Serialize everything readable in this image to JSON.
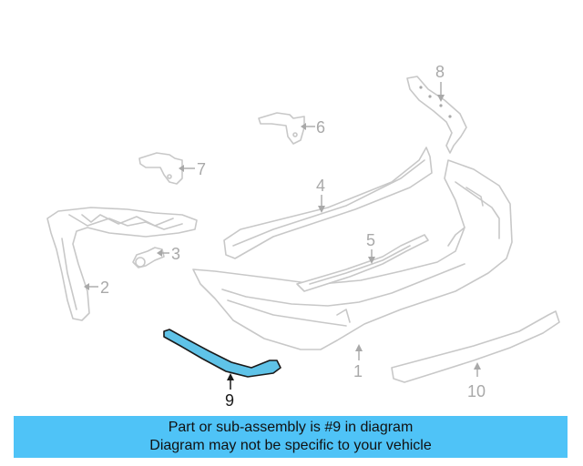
{
  "diagram": {
    "callouts": {
      "c1": "1",
      "c2": "2",
      "c3": "3",
      "c4": "4",
      "c5": "5",
      "c6": "6",
      "c7": "7",
      "c8": "8",
      "c9": "9",
      "c10": "10"
    },
    "highlighted_part": "9",
    "highlight_color": "#5fc3e8",
    "line_color": "#c8c8c8"
  },
  "banner": {
    "line1": "Part or sub-assembly is #9 in diagram",
    "line2": "Diagram may not be specific to your vehicle",
    "background": "#4fc3f7"
  }
}
